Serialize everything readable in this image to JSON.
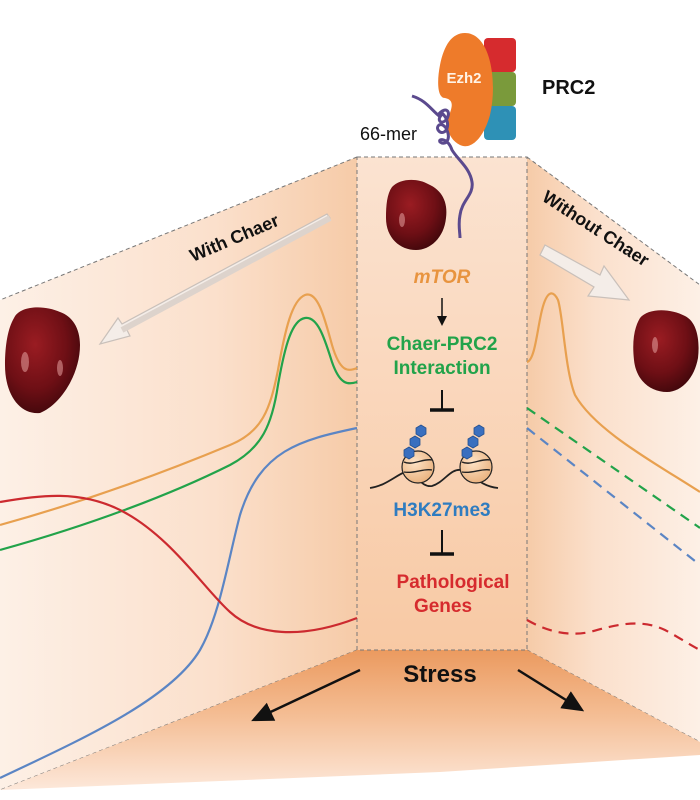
{
  "complex": {
    "name": "PRC2",
    "subunit_label": "Ezh2",
    "rna_label": "66-mer",
    "colors": {
      "ezh2": "#ee7b2a",
      "subunit_top": "#d62b2e",
      "subunit_middle": "#7a9a3b",
      "subunit_bottom": "#2e91b6",
      "rna": "#5b4a8e"
    }
  },
  "pathway": {
    "steps": [
      {
        "text": "mTOR",
        "color": "#e8943f",
        "style": "italic"
      },
      {
        "text": "Chaer-PRC2",
        "color": "#22a34a"
      },
      {
        "text": "Interaction",
        "color": "#22a34a"
      },
      {
        "text": "H3K27me3",
        "color": "#2f7cc0"
      },
      {
        "text": "Pathological",
        "color": "#d62b2e"
      },
      {
        "text": "Genes",
        "color": "#d62b2e"
      }
    ],
    "connectors": [
      "activates",
      "inhibits",
      "inhibits"
    ]
  },
  "panels": {
    "left_title": "With Chaer",
    "right_title": "Without Chaer",
    "floor_label": "Stress"
  },
  "curves": {
    "colors": {
      "orange": "#e8a04f",
      "green": "#22a34a",
      "blue": "#5b85c4",
      "red": "#cc2a2f"
    },
    "left": {
      "style": "solid",
      "series": [
        "orange",
        "green",
        "blue",
        "red"
      ]
    },
    "right": {
      "style": "mixed",
      "solid": [
        "orange"
      ],
      "dashed": [
        "green",
        "blue",
        "red"
      ]
    }
  }
}
